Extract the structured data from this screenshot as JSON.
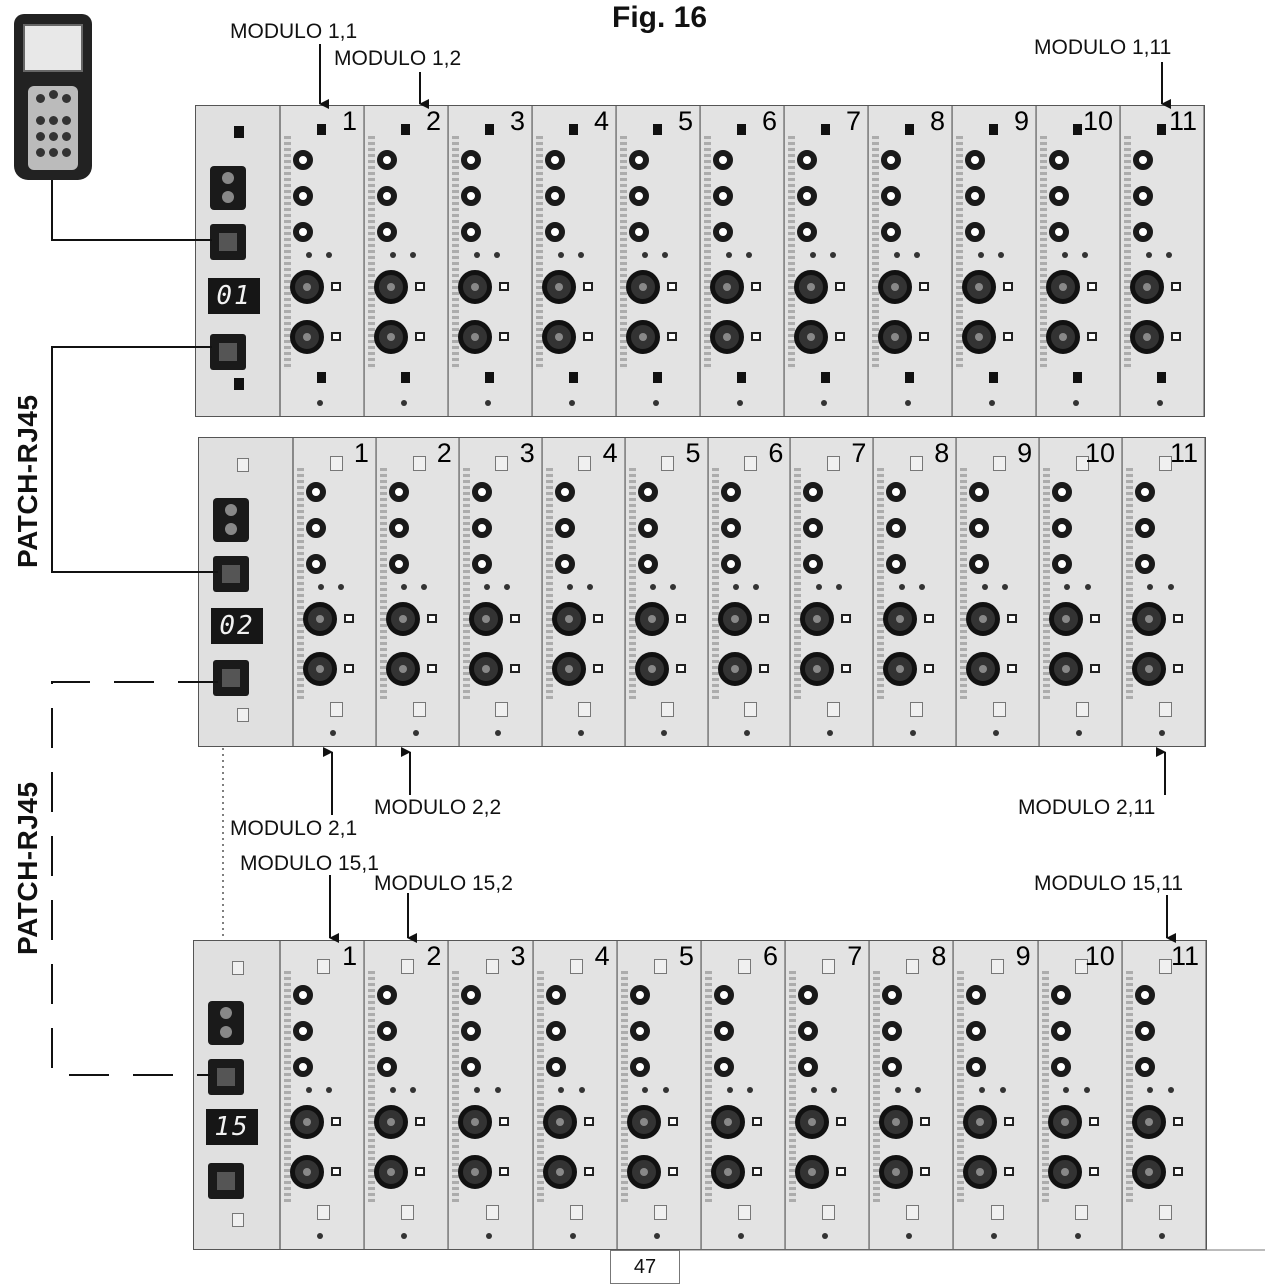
{
  "figure": {
    "title": "Fig. 16",
    "page_number": "47"
  },
  "side_labels": {
    "patch_top": "PATCH-RJ45",
    "patch_bottom": "PATCH-RJ45"
  },
  "racks": [
    {
      "id": "rack-1",
      "display": "01",
      "hollow_leds": false,
      "modules": [
        "1",
        "2",
        "3",
        "4",
        "5",
        "6",
        "7",
        "8",
        "9",
        "10",
        "11"
      ],
      "callouts": [
        "MODULO 1,1",
        "MODULO 1,2",
        "MODULO 1,11"
      ]
    },
    {
      "id": "rack-2",
      "display": "02",
      "hollow_leds": true,
      "modules": [
        "1",
        "2",
        "3",
        "4",
        "5",
        "6",
        "7",
        "8",
        "9",
        "10",
        "11"
      ],
      "callouts": [
        "MODULO 2,1",
        "MODULO 2,2",
        "MODULO 2,11"
      ]
    },
    {
      "id": "rack-15",
      "display": "15",
      "hollow_leds": true,
      "modules": [
        "1",
        "2",
        "3",
        "4",
        "5",
        "6",
        "7",
        "8",
        "9",
        "10",
        "11"
      ],
      "callouts": [
        "MODULO 15,1",
        "MODULO 15,2",
        "MODULO 15,11"
      ]
    }
  ]
}
